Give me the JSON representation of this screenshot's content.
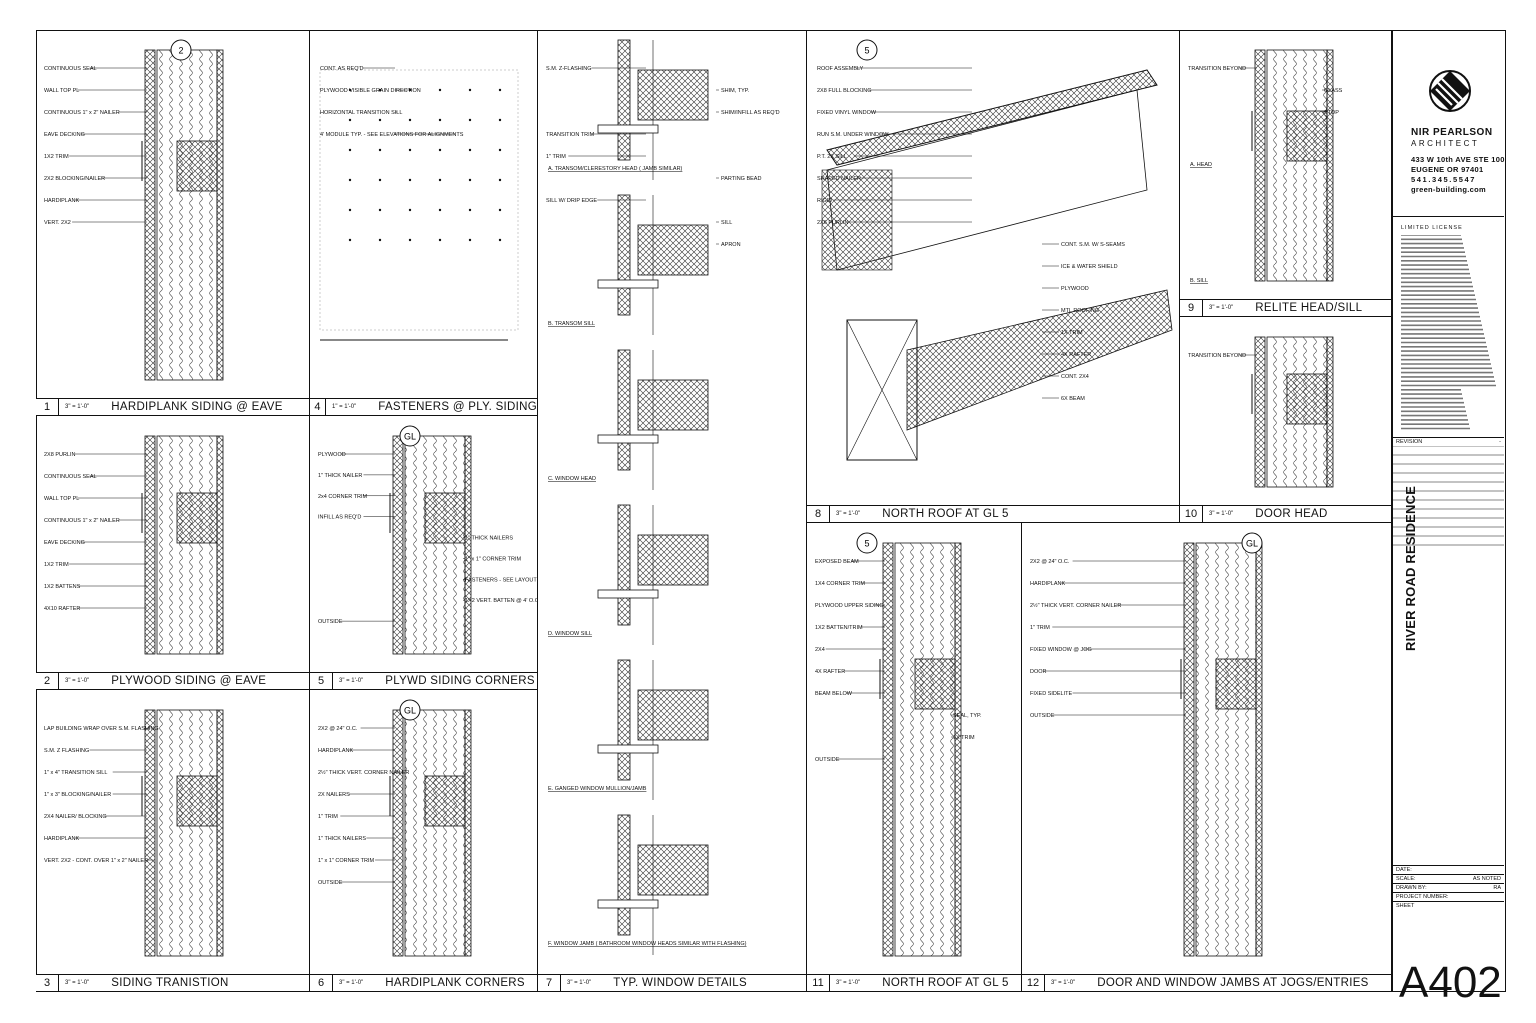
{
  "panels": [
    {
      "num": "1",
      "scale": "3\" = 1'-0\"",
      "title": "HARDIPLANK SIDING @ EAVE",
      "labels": [
        "CONTINUOUS SEAL",
        "WALL TOP PL",
        "CONTINUOUS 1\" x 2\" NAILER",
        "EAVE DECKING",
        "1X2 TRIM",
        "2X2 BLOCKING/NAILER",
        "HARDIPLANK",
        "VERT. 2X2"
      ]
    },
    {
      "num": "4",
      "scale": "1\" = 1'-0\"",
      "title": "FASTENERS @ PLY. SIDING",
      "labels": [
        "CONT. AS REQ'D",
        "PLYWOOD VISIBLE GRAIN DIRECTION",
        "HORIZONTAL TRANSITION SILL",
        "4' MODULE TYP. - SEE ELEVATIONS FOR ALIGNMENTS"
      ]
    },
    {
      "num": "7",
      "scale": "3\" = 1'-0\"",
      "title": "TYP. WINDOW DETAILS",
      "labels": [
        "S.M. Z-FLASHING",
        "SHIM, TYP.",
        "SHIM/INFILL AS REQ'D",
        "TRANSITION TRIM",
        "1\" TRIM",
        "PARTING BEAD",
        "SILL W/ DRIP EDGE",
        "SILL",
        "APRON"
      ],
      "subs": [
        "A. TRANSOM/CLERESTORY HEAD ( JAMB SIMILAR)",
        "B. TRANSOM SILL",
        "C. WINDOW HEAD",
        "D. WINDOW SILL",
        "E. GANGED WINDOW MULLION/JAMB",
        "F. WINDOW JAMB ( BATHROOM WINDOW HEADS SIMILAR WITH FLASHING)"
      ]
    },
    {
      "num": "8",
      "scale": "3\" = 1'-0\"",
      "title": "NORTH ROOF AT GL 5",
      "labels": [
        "ROOF ASSEMBLY",
        "2X8 FULL BLOCKING",
        "FIXED VINYL WINDOW",
        "RUN S.M. UNDER WINDOW",
        "P.T. 2X SILL",
        "SHAPED NAILER",
        "RIGID",
        "2X6 PURLIN",
        "CONT. S.M. W/ S-SEAMS",
        "ICE & WATER SHIELD",
        "PLYWOOD",
        "MTL ROOFING",
        "1X TRIM",
        "4X RAFTER",
        "CONT. 2X4",
        "6X BEAM"
      ]
    },
    {
      "num": "9",
      "scale": "3\" = 1'-0\"",
      "title": "RELITE HEAD/SILL",
      "labels": [
        "TRANSITION BEYOND",
        "GLASS",
        "STOP"
      ],
      "subs": [
        "A. HEAD",
        "B. SILL"
      ]
    },
    {
      "num": "10",
      "scale": "3\" = 1'-0\"",
      "title": "DOOR HEAD",
      "labels": [
        "TRANSITION BEYOND"
      ]
    },
    {
      "num": "2",
      "scale": "3\" = 1'-0\"",
      "title": "PLYWOOD SIDING @ EAVE",
      "labels": [
        "2X8 PURLIN",
        "CONTINUOUS SEAL",
        "WALL TOP PL",
        "CONTINUOUS 1\" x 2\" NAILER",
        "EAVE DECKING",
        "1X2 TRIM",
        "1X2 BATTENS",
        "4X10 RAFTER"
      ]
    },
    {
      "num": "5",
      "scale": "3\" = 1'-0\"",
      "title": "PLYWD SIDING CORNERS",
      "labels": [
        "PLYWOOD",
        "1\" THICK NAILER",
        "2x4 CORNER TRIM",
        "INFILL AS REQ'D",
        "1\" THICK NAILERS",
        "1\" x 1\" CORNER TRIM",
        "FASTENERS - SEE LAYOUT DETAILS",
        "1X2 VERT. BATTEN @ 4' O.C.",
        "OUTSIDE"
      ]
    },
    {
      "num": "11",
      "scale": "3\" = 1'-0\"",
      "title": "NORTH ROOF AT GL 5",
      "labels": [
        "EXPOSED BEAM",
        "1X4 CORNER TRIM",
        "PLYWOOD UPPER SIDING",
        "1X2 BATTEN/TRIM",
        "2X4",
        "4X RAFTER",
        "BEAM BELOW",
        "SEAL, TYP.",
        "1X TRIM",
        "OUTSIDE"
      ]
    },
    {
      "num": "12",
      "scale": "3\" = 1'-0\"",
      "title": "DOOR AND WINDOW JAMBS AT JOGS/ENTRIES",
      "labels": [
        "2X2 @ 24\" O.C.",
        "HARDIPLANK",
        "2½\" THICK VERT. CORNER NAILER",
        "1\" TRIM",
        "FIXED WINDOW @ JOG",
        "DOOR",
        "FIXED SIDELITE",
        "OUTSIDE"
      ]
    },
    {
      "num": "3",
      "scale": "3\" = 1'-0\"",
      "title": "SIDING TRANISTION",
      "labels": [
        "LAP BUILDING WRAP OVER S.M. FLASHING",
        "S.M. Z FLASHING",
        "1\" x 4\" TRANSITION SILL",
        "1\" x 3\" BLOCKING/NAILER",
        "2X4 NAILER/ BLOCKING",
        "HARDIPLANK",
        "VERT. 2X2 - CONT. OVER 1\" x 2\" NAILER"
      ]
    },
    {
      "num": "6",
      "scale": "3\" = 1'-0\"",
      "title": "HARDIPLANK CORNERS",
      "labels": [
        "2X2 @ 24\" O.C.",
        "HARDIPLANK",
        "2½\" THICK VERT. CORNER NAILER",
        "2X NAILERS",
        "1\" TRIM",
        "1\" THICK NAILERS",
        "1\" x 1\" CORNER TRIM",
        "OUTSIDE"
      ]
    }
  ],
  "title_block": {
    "firm": "NIR PEARLSON",
    "firm_sub": "ARCHITECT",
    "address1": "433 W 10th AVE STE 100",
    "address2": "EUGENE OR 97401",
    "phone": "541.345.5547",
    "web": "green-building.com",
    "license_heading": "LIMITED LICENSE",
    "revision": "REVISION",
    "date_label": "DATE:",
    "scale_label": "SCALE:",
    "scale_value": "AS NOTED",
    "drawn_label": "DRAWN BY:",
    "drawn_value": "RA",
    "project_number_label": "PROJECT NUMBER:",
    "sheet_label": "SHEET",
    "project_name": "RIVER ROAD RESIDENCE",
    "sheet_number": "A402"
  }
}
